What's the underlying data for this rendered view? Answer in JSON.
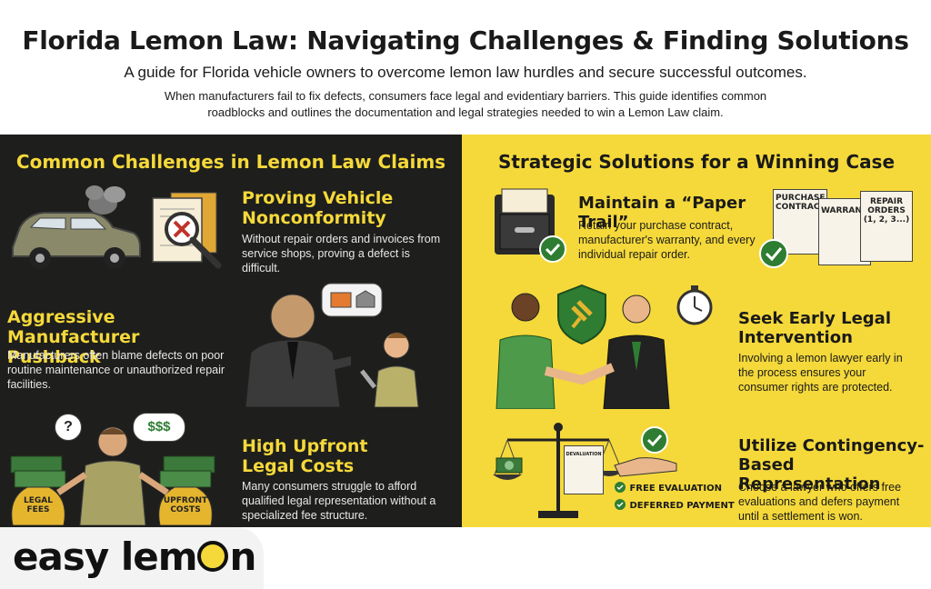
{
  "header": {
    "title": "Florida Lemon Law: Navigating Challenges & Finding Solutions",
    "subtitle": "A guide for Florida vehicle owners to overcome lemon law hurdles and secure successful outcomes.",
    "intro": "When manufacturers fail to fix defects, consumers face legal and evidentiary barriers. This guide identifies common roadblocks and outlines the documentation and legal strategies needed to win a Lemon Law claim."
  },
  "challenges": {
    "heading": "Common Challenges in Lemon Law Claims",
    "items": [
      {
        "title": "Proving Vehicle Nonconformity",
        "text": "Without repair orders and invoices from service shops, proving a defect is difficult."
      },
      {
        "title": "Aggressive Manufacturer Pushback",
        "text": "Manufacturers often blame defects on poor routine maintenance or unauthorized repair facilities."
      },
      {
        "title": "High Upfront Legal Costs",
        "text": "Many consumers struggle to afford qualified legal representation without a specialized fee structure."
      }
    ],
    "bag_labels": [
      "LEGAL FEES",
      "UPFRONT COSTS"
    ],
    "bubbles": [
      "?",
      "$$$"
    ]
  },
  "solutions": {
    "heading": "Strategic Solutions for a Winning Case",
    "items": [
      {
        "title": "Maintain a “Paper Trail”",
        "text": "Retain your purchase contract, manufacturer's warranty, and every individual repair order."
      },
      {
        "title": "Seek Early Legal Intervention",
        "text": "Involving a lemon lawyer early in the process ensures your consumer rights are protected."
      },
      {
        "title": "Utilize Contingency-Based Representation",
        "text": "Choose a lawyer who offers free evaluations and defers payment until a settlement is won."
      }
    ],
    "documents": [
      "PURCHASE CONTRACT",
      "WARRANTY",
      "REPAIR ORDERS (1, 2, 3...)"
    ],
    "scale_doc": "DEVALUATION",
    "checks": [
      "FREE EVALUATION",
      "DEFERRED PAYMENT"
    ]
  },
  "logo": {
    "text_a": "easy lem",
    "text_b": "n"
  },
  "colors": {
    "accent_yellow": "#f5d93a",
    "dark_panel": "#1e1e1c",
    "check_green": "#2e7d32"
  }
}
